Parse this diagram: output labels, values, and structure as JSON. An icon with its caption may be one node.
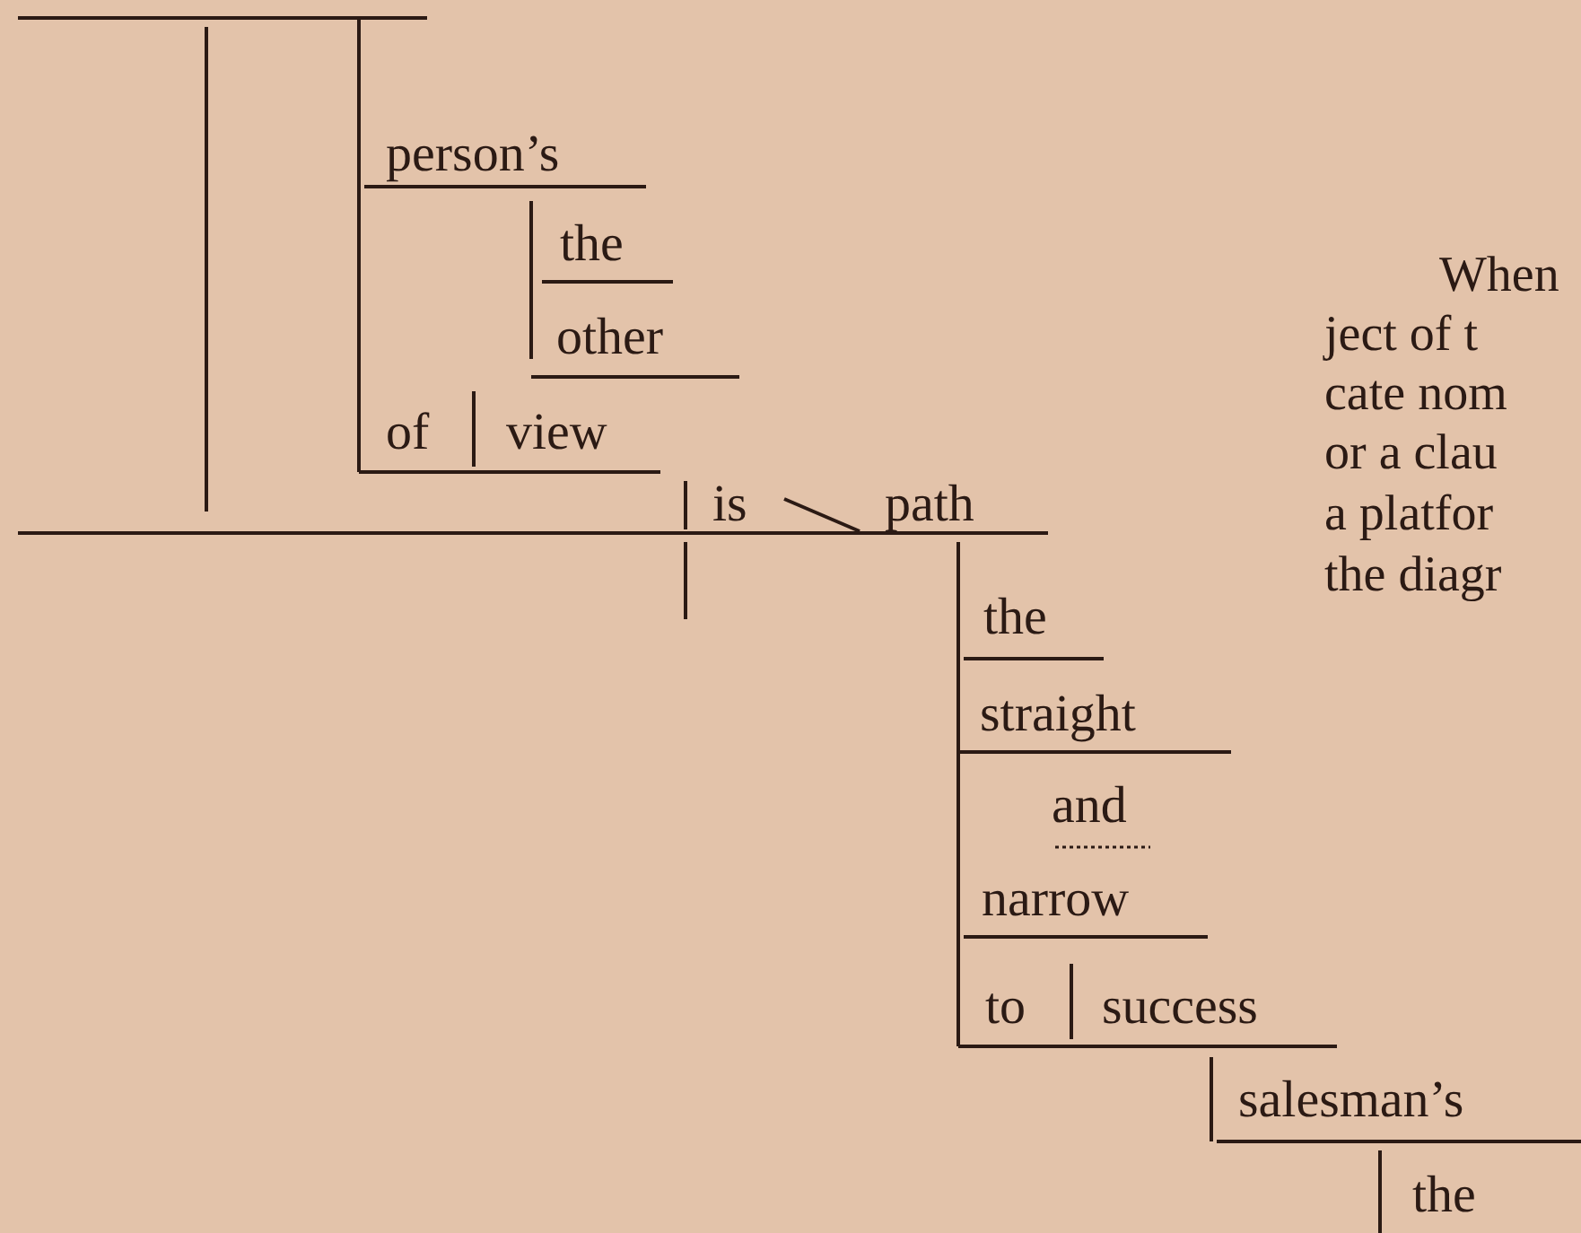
{
  "diagram": {
    "labels": [
      "person’s",
      "the",
      "other",
      "of",
      "view",
      "is",
      "path",
      "the",
      "straight",
      "and",
      "narrow",
      "to",
      "success",
      "salesman’s",
      "the",
      "When",
      "ject of t",
      "cate nom",
      "or a clau",
      "a platfor",
      "the diagr"
    ]
  }
}
